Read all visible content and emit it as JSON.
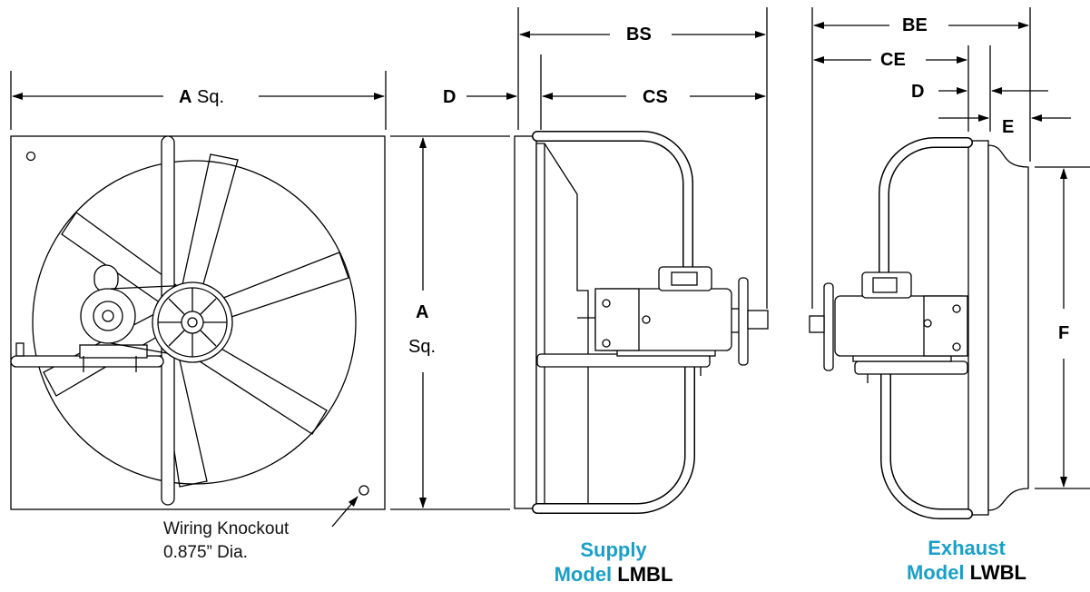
{
  "front_view": {
    "dim_a_letter": "A",
    "dim_a_suffix": "Sq.",
    "note_line1": "Wiring Knockout",
    "note_line2": "0.875” Dia."
  },
  "supply_view": {
    "dim_bs": "BS",
    "dim_cs": "CS",
    "dim_d": "D",
    "dim_a_letter": "A",
    "dim_a_suffix": "Sq.",
    "caption_line1": "Supply",
    "caption_model_word": "Model",
    "caption_model_code": "LMBL"
  },
  "exhaust_view": {
    "dim_be": "BE",
    "dim_ce": "CE",
    "dim_d": "D",
    "dim_e": "E",
    "dim_f": "F",
    "caption_line1": "Exhaust",
    "caption_model_word": "Model",
    "caption_model_code": "LWBL"
  },
  "colors": {
    "caption_blue": "#1aa0c8",
    "line": "#000000",
    "body_fill": "#ffffff"
  }
}
